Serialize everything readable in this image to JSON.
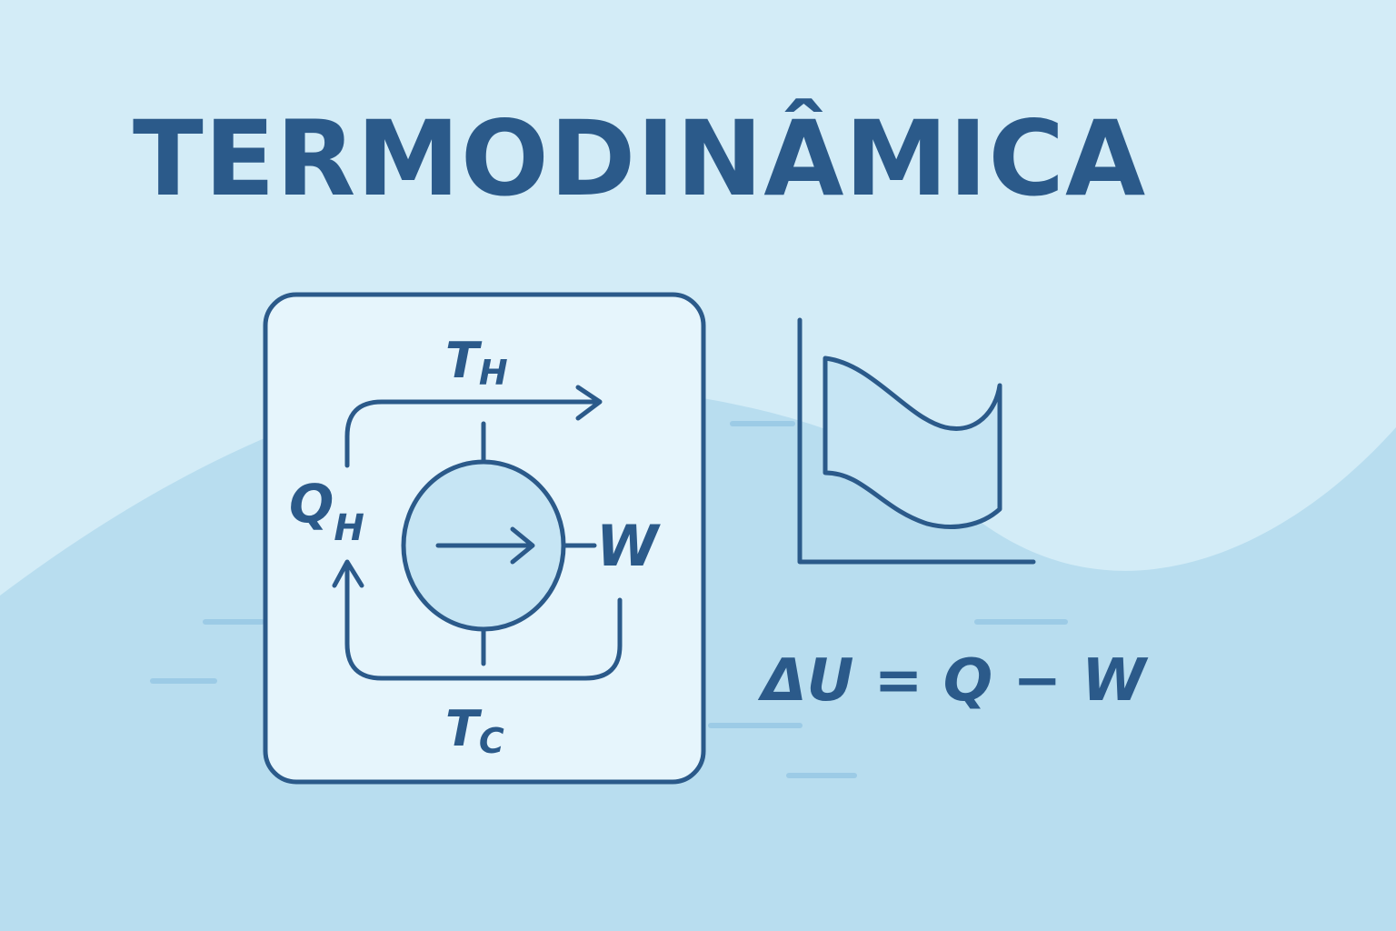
{
  "title": "TERMODINÂMICA",
  "engine": {
    "hot_reservoir": {
      "symbol": "T",
      "sub": "H"
    },
    "cold_reservoir": {
      "symbol": "T",
      "sub": "C"
    },
    "heat_in": {
      "symbol": "Q",
      "sub": "H"
    },
    "work_out": "W"
  },
  "formula": "ΔU = Q − W",
  "colors": {
    "background_light": "#d3ecf7",
    "background_wave": "#b8ddef",
    "ink": "#2b5a8a",
    "panel": "#e6f5fc",
    "dash": "#9ccbe6"
  }
}
